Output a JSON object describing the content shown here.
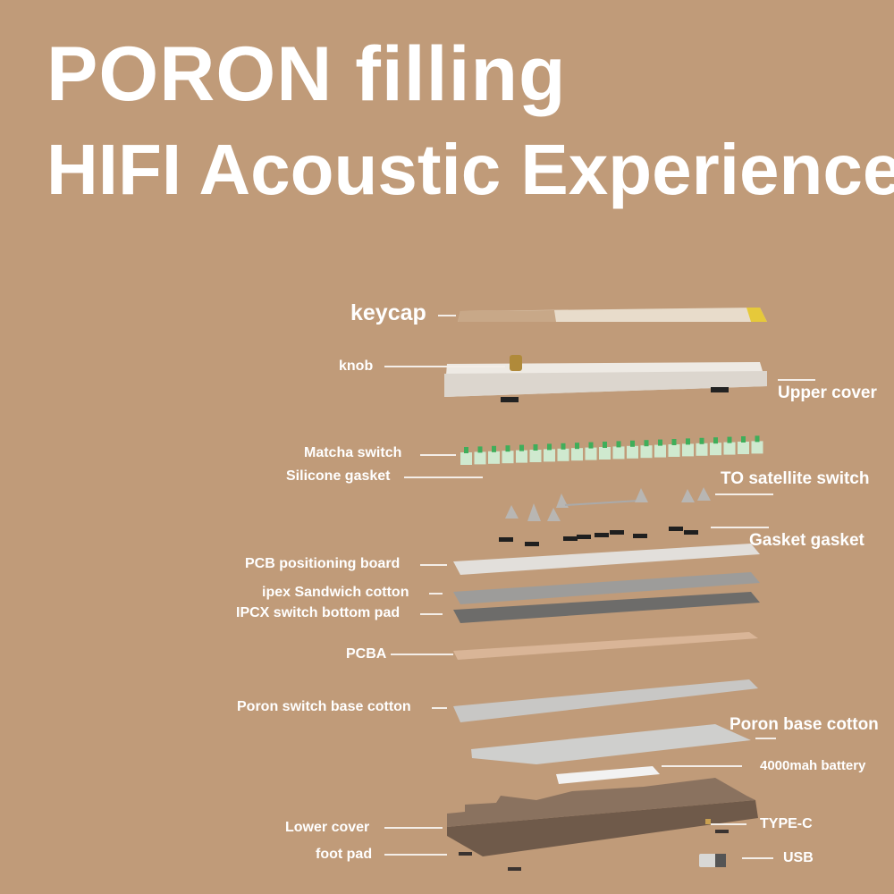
{
  "title": {
    "line1": "PORON filling",
    "line2": "HIFI Acoustic Experience"
  },
  "labels": {
    "keycap": "keycap",
    "knob": "knob",
    "upper_cover": "Upper cover",
    "matcha_switch": "Matcha switch",
    "silicone_gasket": "Silicone gasket",
    "to_satellite_switch": "TO satellite switch",
    "gasket_gasket": "Gasket gasket",
    "pcb_positioning_board": "PCB positioning board",
    "ipex_sandwich_cotton": "ipex Sandwich cotton",
    "ipcx_switch_bottom_pad": "IPCX switch bottom pad",
    "pcba": "PCBA",
    "poron_switch_base_cotton": "Poron switch base cotton",
    "poron_base_cotton": "Poron base cotton",
    "battery": "4000mah battery",
    "lower_cover": "Lower cover",
    "type_c": "TYPE-C",
    "foot_pad": "foot pad",
    "usb": "USB"
  },
  "colors": {
    "background": "#c09b79",
    "text": "#ffffff",
    "switch_green": "#3fae5a",
    "lower_cover": "#7a6453"
  }
}
